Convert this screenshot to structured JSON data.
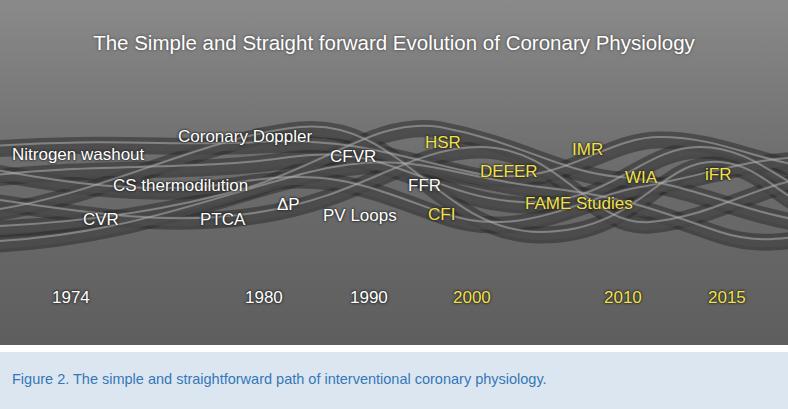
{
  "diagram": {
    "title": "The Simple and Straight forward Evolution of Coronary Physiology",
    "caption": "Figure 2. The simple and straightforward path of interventional coronary physiology.",
    "labels": [
      "Nitrogen washout",
      "Coronary Doppler",
      "CFVR",
      "HSR",
      "IMR",
      "iFR",
      "CS thermodilution",
      "FFR",
      "DEFER",
      "WIA",
      "ΔP",
      "CVR",
      "PTCA",
      "PV Loops",
      "CFI",
      "FAME Studies",
      "1974",
      "1980",
      "1990",
      "2000",
      "2010",
      "2015"
    ]
  }
}
